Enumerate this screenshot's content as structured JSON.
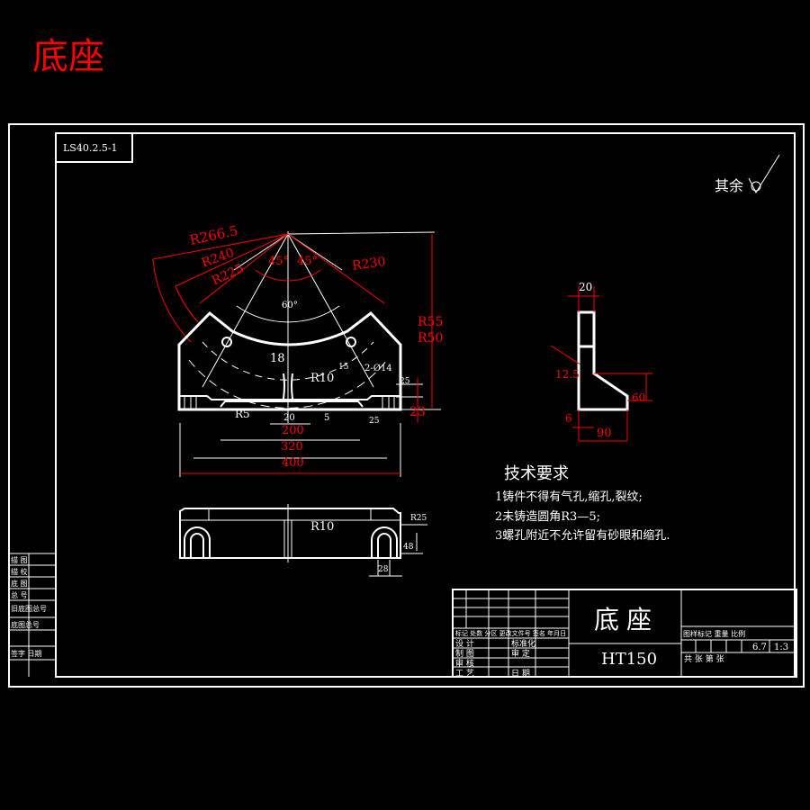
{
  "page_title": "底座",
  "drawing_number": "LS40.2.5-1",
  "roughness_note": "其余",
  "front_view": {
    "radii": [
      "R266.5",
      "R240",
      "R225",
      "R230"
    ],
    "angles": [
      "45°",
      "45°",
      "60°"
    ],
    "dims": {
      "d18": "18",
      "r10": "R10",
      "holes": "2-Ø14",
      "d15": "15",
      "d25a": "25",
      "r55": "R55",
      "r50": "R50",
      "d23": "23",
      "r5": "R5",
      "d20": "20",
      "d5": "5",
      "d25b": "25",
      "d200": "200",
      "d320": "320",
      "d400": "400"
    }
  },
  "side_view": {
    "d20": "20",
    "d12_5": "12.5",
    "d6": "6",
    "d90": "90",
    "d60": "60"
  },
  "bottom_view": {
    "r10": "R10",
    "r25": "R25",
    "d48": "48",
    "d28": "28"
  },
  "tech_requirements": {
    "title": "技术要求",
    "items": [
      "1铸件不得有气孔,缩孔,裂纹;",
      "2未铸造圆角R3—5;",
      "3螺孔附近不允许留有砂眼和缩孔."
    ]
  },
  "title_block": {
    "part_name": "底座",
    "material": "HT150",
    "rows_left": [
      "设 计",
      "制 图",
      "审 核",
      "工 艺"
    ],
    "rows_mid": [
      "标准化",
      "审 定",
      "",
      "日 期"
    ],
    "revision_header": "标记 处数 分区 更改文件号 签名 年月日",
    "stage_header": "图样标记 重量 比例",
    "weight": "6.7",
    "scale": "1:3",
    "sheet": "共 张 第 张"
  },
  "left_strip": {
    "labels": [
      "描 图",
      "描 校",
      "底 图",
      "总 号",
      "旧底图总号",
      "底图总号",
      "签字 日期"
    ]
  }
}
